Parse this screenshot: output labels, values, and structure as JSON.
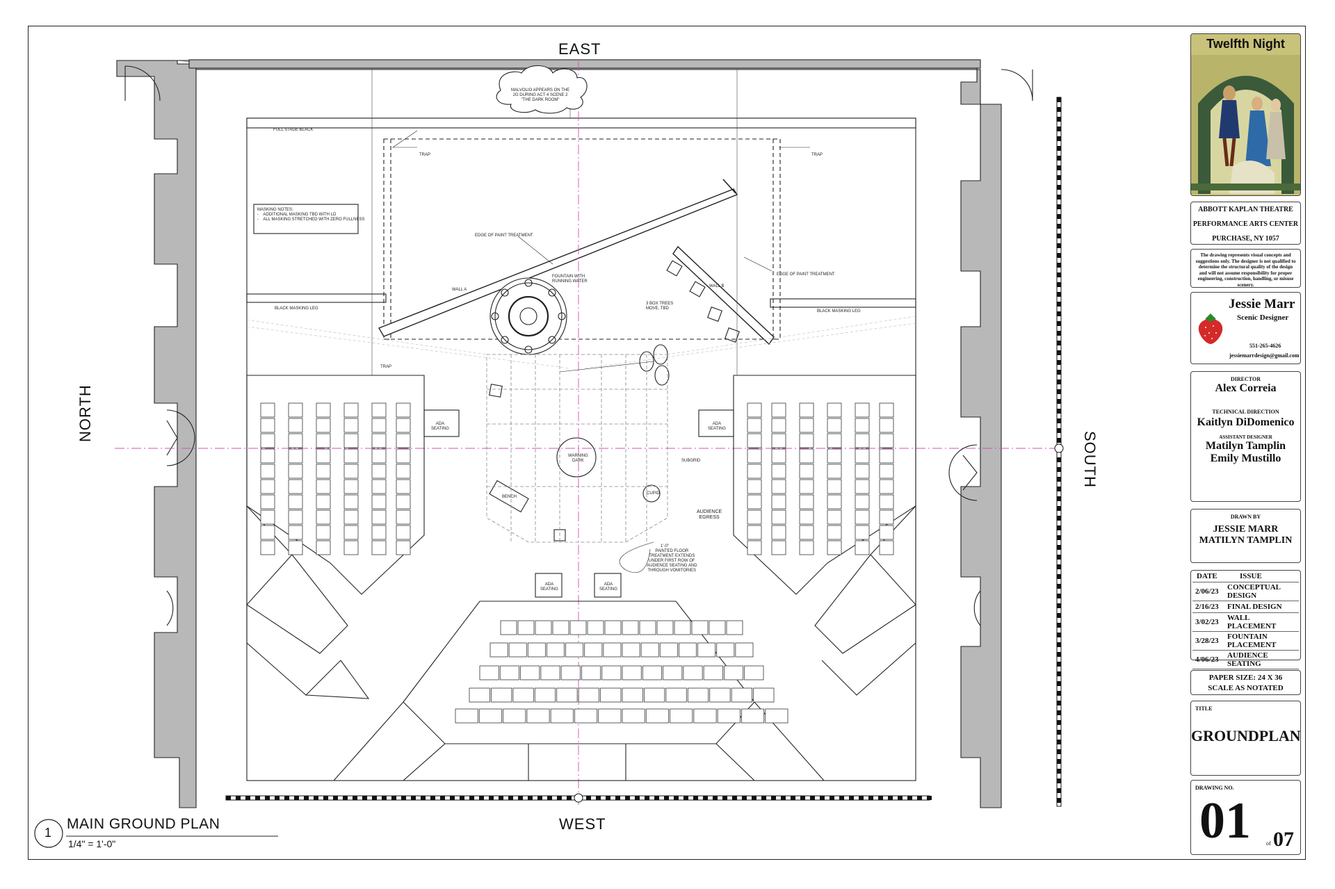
{
  "compass": {
    "east": "EAST",
    "west": "WEST",
    "north": "NORTH",
    "south": "SOUTH"
  },
  "plan_title": {
    "number": "1",
    "name": "MAIN GROUND PLAN",
    "scale": "1/4\" = 1'-0\""
  },
  "notes": {
    "cloud": "MALVOLIO APPEARS ON THE\n2G DURING ACT 4 SCENE 2\n\"THE DARK ROOM\"",
    "masking": "MASKING NOTES:\n-    ADDITIONAL MASKING TBD WITH LD\n-    ALL MASKING STRETCHED WITH ZERO FULLNESS",
    "painted_floor": "PAINTED FLOOR\nTREATMENT EXTENDS\nUNDER FIRST ROW OF\nAUDIENCE SEATING AND\nTHROUGH VOMITORIES"
  },
  "labels": {
    "full_stage_black": "FULL STAGE BLACK",
    "trap": "TRAP",
    "edge_paint": "EDGE OF PAINT TREATMENT",
    "fountain": "FOUNTAIN WITH\nRUNNING WATER",
    "wall_a": "WALL A",
    "wall_b": "WALL B",
    "box_trees": "3 BOX TREES\nMOVE, TBD",
    "black_masking_leg": "BLACK MASKING LEG",
    "ada_seating": "ADA\nSEATING",
    "subgrid": "SUBGRID",
    "cupid": "CUPID",
    "audience_egress": "AUDIENCE\nEGRESS",
    "bench": "BENCH",
    "warning_dark": "WARNING\nDARK",
    "scale_note": "1'-0\""
  },
  "title_block": {
    "show_title": "Twelfth Night",
    "venue": [
      "ABBOTT KAPLAN THEATRE",
      "PERFORMANCE ARTS CENTER",
      "PURCHASE, NY 1057"
    ],
    "disclaimer": "The drawing represents visual concepts and suggestions only. The designer is not qualified to determine the structural quality of the design and will not assume responsibility for proper engineering, construction, handling, or misuse scenery.",
    "designer_name": "Jessie Marr",
    "designer_role": "Scenic Designer",
    "designer_phone": "551-265-4626",
    "designer_email": "jessiemarrdesign@gmail.com",
    "director_label": "DIRECTOR",
    "director": "Alex Correia",
    "td_label": "TECHNICAL DIRECTION",
    "td": "Kaitlyn DiDomenico",
    "ad_label": "ASSISTANT DESIGNER",
    "ad1": "Matilyn Tamplin",
    "ad2": "Emily Mustillo",
    "drawn_by_label": "DRAWN BY",
    "drawn_by1": "JESSIE MARR",
    "drawn_by2": "MATILYN TAMPLIN",
    "issue_header": {
      "date": "DATE",
      "issue": "ISSUE"
    },
    "issues": [
      {
        "date": "2/06/23",
        "issue": "CONCEPTUAL DESIGN"
      },
      {
        "date": "2/16/23",
        "issue": "FINAL DESIGN"
      },
      {
        "date": "3/02/23",
        "issue": "WALL PLACEMENT"
      },
      {
        "date": "3/28/23",
        "issue": "FOUNTAIN PLACEMENT"
      },
      {
        "date": "4/06/23",
        "issue": "AUDIENCE SEATING"
      }
    ],
    "paper_size": "PAPER SIZE: 24 X 36",
    "scale_note": "SCALE AS NOTATED",
    "title_label": "TITLE",
    "title": "GROUNDPLAN",
    "drawing_no_label": "DRAWING NO.",
    "drawing_no": "01",
    "of_label": "of",
    "total": "07"
  }
}
